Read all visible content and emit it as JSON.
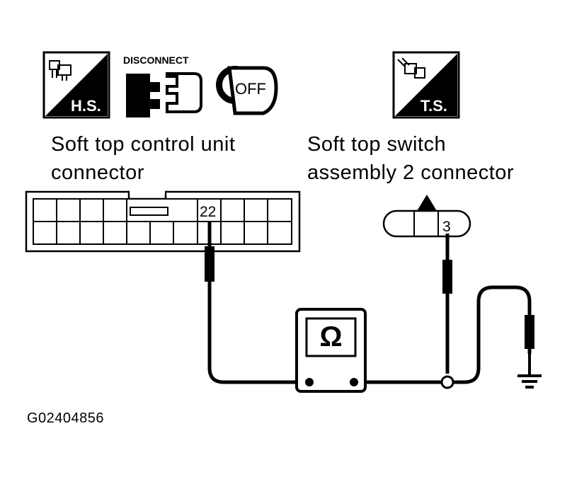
{
  "icons": {
    "harness_side": "H.S.",
    "terminal_side": "T.S.",
    "disconnect": "DISCONNECT",
    "ignition": "OFF"
  },
  "labels": {
    "control_unit_line1": "Soft top control unit",
    "control_unit_line2": "connector",
    "switch_line1": "Soft top switch",
    "switch_line2": "assembly 2 connector"
  },
  "pins": {
    "control_unit_pin": "22",
    "switch_pin": "3"
  },
  "meter": {
    "symbol": "Ω"
  },
  "figure_code": "G02404856"
}
